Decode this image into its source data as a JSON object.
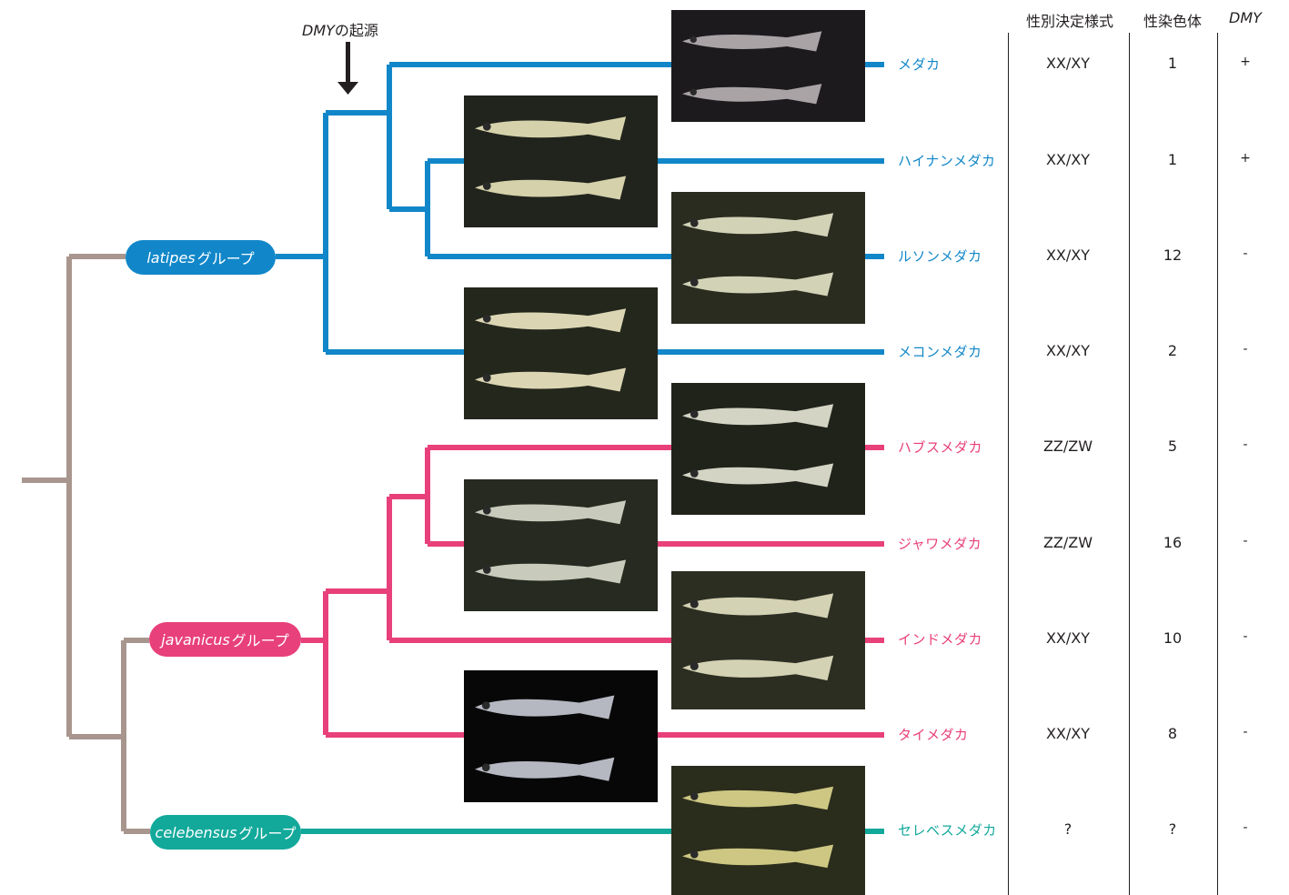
{
  "colors": {
    "latipes": "#1187c9",
    "javanicus": "#e8407a",
    "celebensus": "#12a99b",
    "root": "#a8968e",
    "text": "#231f20"
  },
  "origin_marker": {
    "italic": "DMY",
    "rest": "の起源",
    "icon": "down-arrow-icon"
  },
  "groups": [
    {
      "key": "latipes",
      "italic": "latipes",
      "suffix": "グループ"
    },
    {
      "key": "javanicus",
      "italic": "javanicus",
      "suffix": "グループ"
    },
    {
      "key": "celebensus",
      "italic": "celebensus",
      "suffix": "グループ"
    }
  ],
  "table": {
    "headers": {
      "sex_system": "性別決定様式",
      "sex_chromosome": "性染色体",
      "dmy": "DMY"
    },
    "rows": [
      {
        "species": "メダカ",
        "group": "latipes",
        "sex_system": "XX/XY",
        "sex_chromosome": "1",
        "dmy": "+"
      },
      {
        "species": "ハイナンメダカ",
        "group": "latipes",
        "sex_system": "XX/XY",
        "sex_chromosome": "1",
        "dmy": "+"
      },
      {
        "species": "ルソンメダカ",
        "group": "latipes",
        "sex_system": "XX/XY",
        "sex_chromosome": "12",
        "dmy": "-"
      },
      {
        "species": "メコンメダカ",
        "group": "latipes",
        "sex_system": "XX/XY",
        "sex_chromosome": "2",
        "dmy": "-"
      },
      {
        "species": "ハブスメダカ",
        "group": "javanicus",
        "sex_system": "ZZ/ZW",
        "sex_chromosome": "5",
        "dmy": "-"
      },
      {
        "species": "ジャワメダカ",
        "group": "javanicus",
        "sex_system": "ZZ/ZW",
        "sex_chromosome": "16",
        "dmy": "-"
      },
      {
        "species": "インドメダカ",
        "group": "javanicus",
        "sex_system": "XX/XY",
        "sex_chromosome": "10",
        "dmy": "-"
      },
      {
        "species": "タイメダカ",
        "group": "javanicus",
        "sex_system": "XX/XY",
        "sex_chromosome": "8",
        "dmy": "-"
      },
      {
        "species": "セレベスメダカ",
        "group": "celebensus",
        "sex_system": "?",
        "sex_chromosome": "?",
        "dmy": "-"
      }
    ]
  }
}
